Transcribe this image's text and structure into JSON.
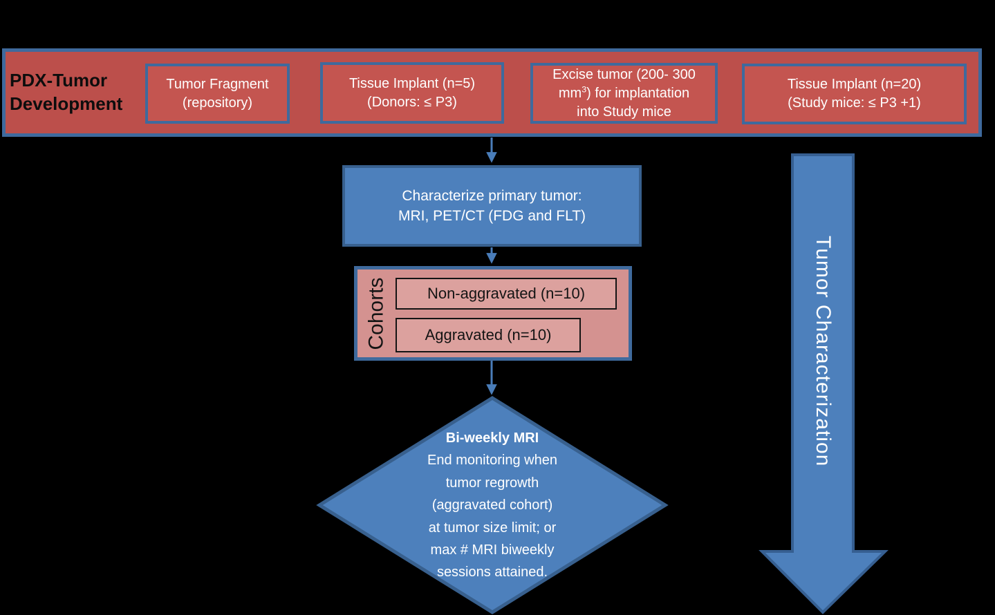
{
  "banner": {
    "label": "PDX-Tumor\nDevelopment",
    "boxes": [
      {
        "text": "Tumor Fragment\n(repository)"
      },
      {
        "text": "Tissue Implant (n=5)\n(Donors: ≤ P3)"
      },
      {
        "text_main": "Excise tumor (200- 300\nmm",
        "text_sup": "3",
        "text_rest": ") for implantation\ninto Study mice"
      },
      {
        "text": "Tissue Implant (n=20)\n(Study mice: ≤ P3 +1)"
      }
    ]
  },
  "characterize_box": {
    "text": "Characterize primary tumor:\nMRI, PET/CT (FDG and FLT)"
  },
  "cohorts": {
    "label": "Cohorts",
    "items": [
      "Non-aggravated (n=10)",
      "Aggravated (n=10)"
    ]
  },
  "decision": {
    "title": "Bi-weekly MRI",
    "body": "End monitoring when\ntumor regrowth\n(aggravated cohort)\nat tumor size limit; or\nmax # MRI biweekly\nsessions attained."
  },
  "side_arrow": {
    "label": "Tumor Characterization"
  },
  "colors": {
    "background": "#000000",
    "red_fill": "#c45550",
    "banner_fill": "#bc4f4b",
    "blue_fill": "#4d80bc",
    "blue_border": "#38608e",
    "box_border_blue": "#3f6a9d",
    "pink_fill": "#d49290",
    "pink_inner_fill": "#dca19e",
    "connector_blue": "#4a7db9",
    "text_white": "#ffffff",
    "text_black": "#141414"
  }
}
